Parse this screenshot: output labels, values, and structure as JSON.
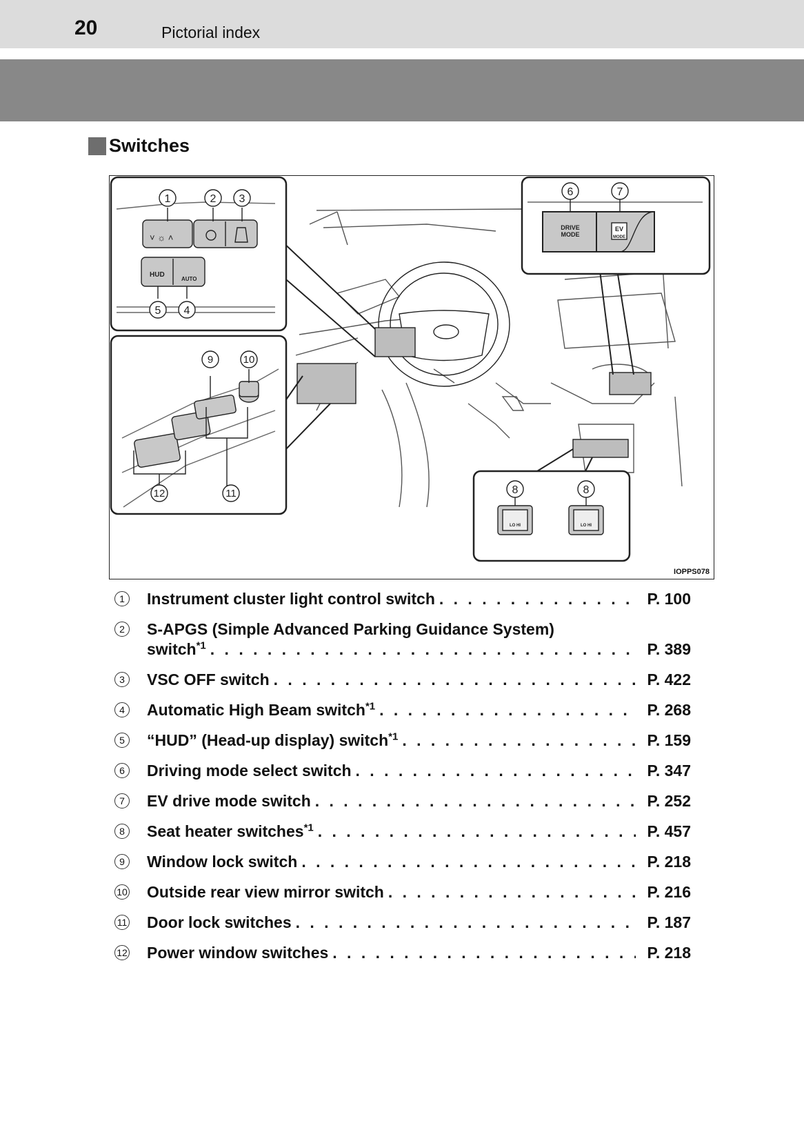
{
  "header": {
    "page_number": "20",
    "section": "Pictorial index"
  },
  "heading": "Switches",
  "figure": {
    "code": "IOPPS078",
    "labels": {
      "drive_mode": "DRIVE MODE",
      "ev_mode": "EV MODE",
      "hud": "HUD",
      "auto": "AUTO",
      "lo": "LO",
      "hi": "HI"
    },
    "callouts": [
      "1",
      "2",
      "3",
      "4",
      "5",
      "6",
      "7",
      "8",
      "9",
      "10",
      "11",
      "12"
    ]
  },
  "items": [
    {
      "num": "1",
      "label": "Instrument cluster light control switch",
      "note": "",
      "page": "P. 100"
    },
    {
      "num": "2",
      "label": "S-APGS (Simple Advanced Parking Guidance System)",
      "label2": "switch",
      "note": "*1",
      "page": "P. 389"
    },
    {
      "num": "3",
      "label": "VSC OFF switch",
      "note": "",
      "page": "P. 422"
    },
    {
      "num": "4",
      "label": "Automatic High Beam switch",
      "note": "*1",
      "page": "P. 268"
    },
    {
      "num": "5",
      "label": "“HUD” (Head-up display) switch",
      "note": "*1",
      "page": "P. 159"
    },
    {
      "num": "6",
      "label": "Driving mode select switch",
      "note": "",
      "page": "P. 347"
    },
    {
      "num": "7",
      "label": "EV drive mode switch",
      "note": "",
      "page": "P. 252"
    },
    {
      "num": "8",
      "label": "Seat heater switches",
      "note": "*1",
      "page": "P. 457"
    },
    {
      "num": "9",
      "label": "Window lock switch",
      "note": "",
      "page": "P. 218"
    },
    {
      "num": "10",
      "label": "Outside rear view mirror switch",
      "note": "",
      "page": "P. 216"
    },
    {
      "num": "11",
      "label": "Door lock switches",
      "note": "",
      "page": "P. 187"
    },
    {
      "num": "12",
      "label": "Power window switches",
      "note": "",
      "page": "P. 218"
    }
  ]
}
